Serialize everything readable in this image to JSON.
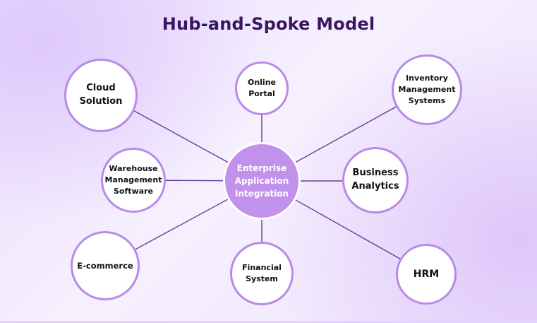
{
  "title": "Hub-and-Spoke Model",
  "hub": {
    "label": "Enterprise\nApplication\nIntegration",
    "fill_color": "#c291ec"
  },
  "colors": {
    "title": "#3a1463",
    "node_border": "#b98ae8",
    "spoke_line": "#6a3d9a",
    "node_fill": "#ffffff"
  },
  "spokes": [
    {
      "id": "cloud-solution",
      "label": "Cloud\nSolution"
    },
    {
      "id": "online-portal",
      "label": "Online\nPortal"
    },
    {
      "id": "inventory-management-systems",
      "label": "Inventory\nManagement\nSystems"
    },
    {
      "id": "warehouse-management-software",
      "label": "Warehouse\nManagement\nSoftware"
    },
    {
      "id": "business-analytics",
      "label": "Business\nAnalytics"
    },
    {
      "id": "e-commerce",
      "label": "E-commerce"
    },
    {
      "id": "financial-system",
      "label": "Financial\nSystem"
    },
    {
      "id": "hrm",
      "label": "HRM"
    }
  ]
}
